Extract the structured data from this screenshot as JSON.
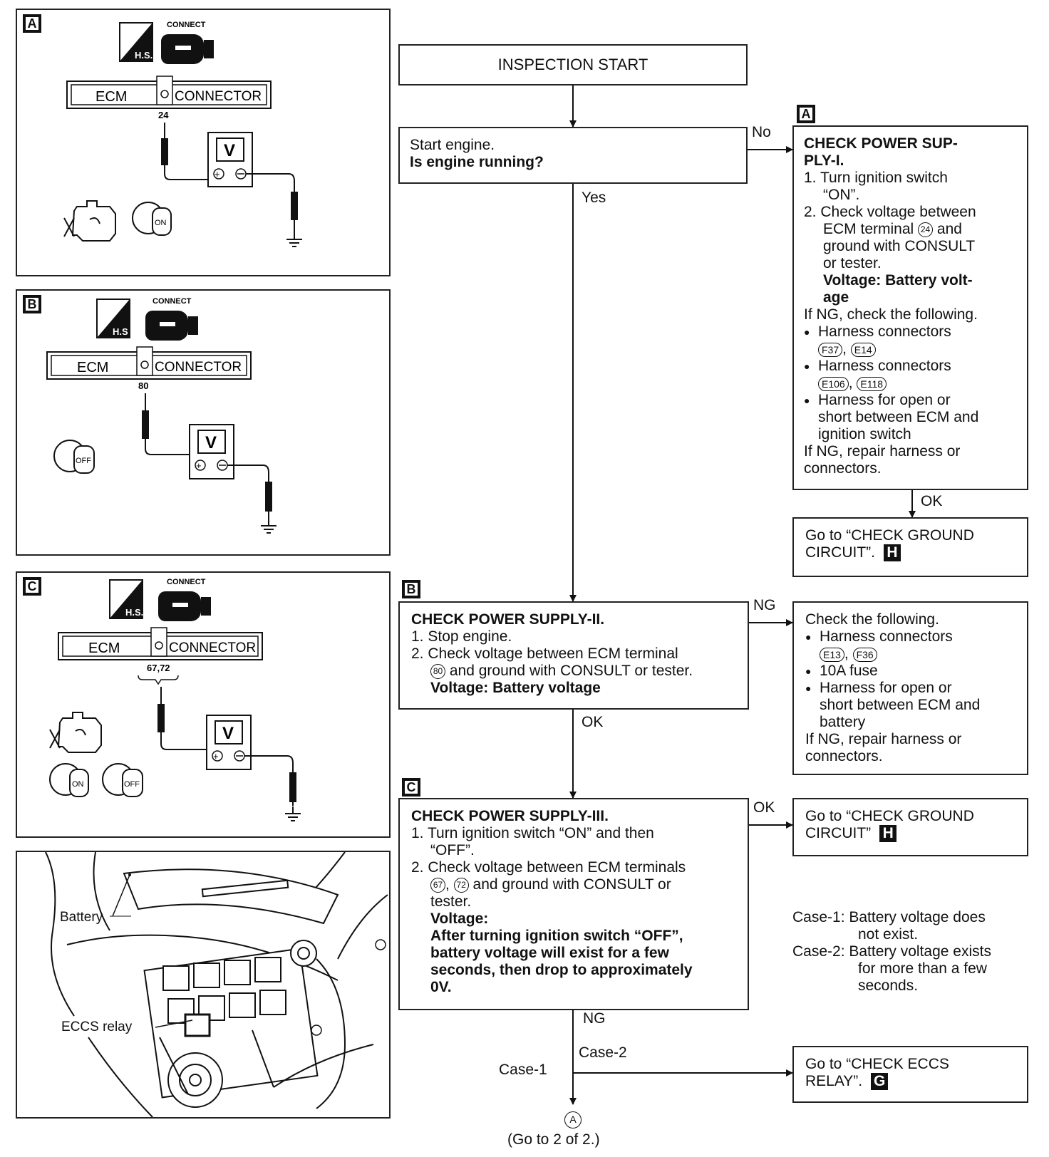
{
  "panels": {
    "a": {
      "tag": "A",
      "connect": "CONNECT",
      "hs": "H.S.",
      "ecm": "ECM",
      "connector": "CONNECTOR",
      "terminal": "24",
      "v": "V",
      "key": "ON"
    },
    "b": {
      "tag": "B",
      "connect": "CONNECT",
      "hs": "H.S",
      "ecm": "ECM",
      "connector": "CONNECTOR",
      "terminal": "80",
      "v": "V",
      "key": "OFF"
    },
    "c": {
      "tag": "C",
      "connect": "CONNECT",
      "hs": "H.S.",
      "ecm": "ECM",
      "connector": "CONNECTOR",
      "terminal": "67,72",
      "v": "V",
      "key_on": "ON",
      "key_off": "OFF"
    },
    "d": {
      "battery": "Battery",
      "relay": "ECCS relay"
    }
  },
  "flow": {
    "start": "INSPECTION START",
    "q1": {
      "l1": "Start engine.",
      "l2": "Is engine running?"
    },
    "no": "No",
    "yes": "Yes",
    "a_tag": "A",
    "a": {
      "t1": "CHECK POWER SUP-",
      "t2": "PLY-I.",
      "s1a": "1. Turn ignition switch",
      "s1b": "“ON”.",
      "s2a": "2. Check voltage between",
      "s2b": "ECM terminal",
      "s2b_num": "24",
      "s2b_end": "and",
      "s2c": "ground with CONSULT",
      "s2d": "or tester.",
      "v1": "Voltage: Battery volt-",
      "v2": "age",
      "ng": "If NG, check the following.",
      "b1": "Harness connectors",
      "b1c1": "F37",
      "b1c2": "E14",
      "b2": "Harness connectors",
      "b2c1": "E106",
      "b2c2": "E118",
      "b3a": "Harness for open or",
      "b3b": "short between ECM and",
      "b3c": "ignition switch",
      "r1": "If NG, repair harness or",
      "r2": "connectors."
    },
    "ok_a": "OK",
    "ground1": {
      "l1": "Go to “CHECK GROUND",
      "l2": "CIRCUIT”.",
      "tag": "H"
    },
    "b_tag": "B",
    "b": {
      "t": "CHECK POWER SUPPLY-II.",
      "s1": "1. Stop engine.",
      "s2a": "2. Check voltage between ECM terminal",
      "s2b_num": "80",
      "s2b": "and ground with CONSULT or tester.",
      "v": "Voltage: Battery voltage"
    },
    "ng_b": "NG",
    "checkb": {
      "l0": "Check the following.",
      "b1": "Harness connectors",
      "c1": "E13",
      "c2": "F36",
      "b2": "10A fuse",
      "b3a": "Harness for open or",
      "b3b": "short between ECM and",
      "b3c": "battery",
      "r1": "If NG, repair harness or",
      "r2": "connectors."
    },
    "ok_b": "OK",
    "c_tag": "C",
    "c": {
      "t": "CHECK POWER SUPPLY-III.",
      "s1a": "1. Turn ignition switch “ON” and then",
      "s1b": "“OFF”.",
      "s2a": "2. Check voltage between ECM terminals",
      "n1": "67",
      "n2": "72",
      "s2b": "and ground with CONSULT or",
      "s2c": "tester.",
      "v0": "Voltage:",
      "v1": "After turning ignition switch “OFF”,",
      "v2": "battery voltage will exist for a few",
      "v3": "seconds, then drop to approximately",
      "v4": "0V."
    },
    "ok_c": "OK",
    "ground2": {
      "l1": "Go to “CHECK GROUND",
      "l2": "CIRCUIT”",
      "tag": "H"
    },
    "cases": {
      "c1a": "Case-1: Battery voltage does",
      "c1b": "not exist.",
      "c2a": "Case-2: Battery voltage exists",
      "c2b": "for more than a few",
      "c2c": "seconds."
    },
    "ng_c": "NG",
    "case1": "Case-1",
    "case2": "Case-2",
    "relay": {
      "l1": "Go to “CHECK ECCS",
      "l2": "RELAY”.",
      "tag": "G"
    },
    "end_mark": "A",
    "end_text": "(Go to 2 of 2.)"
  }
}
